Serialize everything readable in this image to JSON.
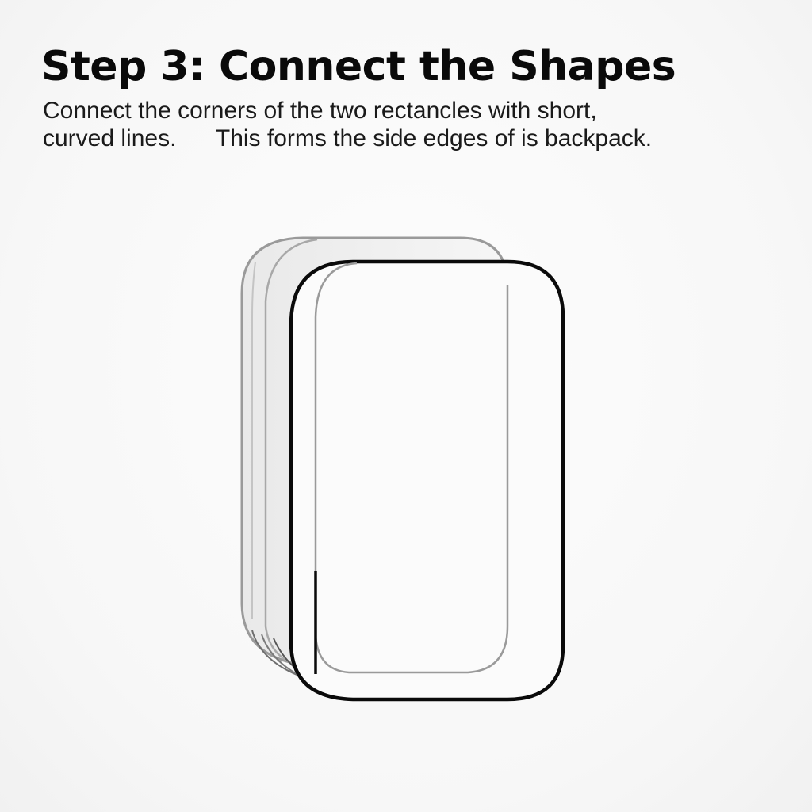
{
  "step": {
    "title": "Step 3: Connect the Shapes",
    "instructions": [
      "Connect the corners of the two rectancles with short,",
      "curved lines.      This forms the side edges of is backpack."
    ]
  },
  "drawing": {
    "back_rectangle_color": "#9a9a9a",
    "front_rectangle_color": "#0a0a0a",
    "paper_color": "#fafafa"
  }
}
